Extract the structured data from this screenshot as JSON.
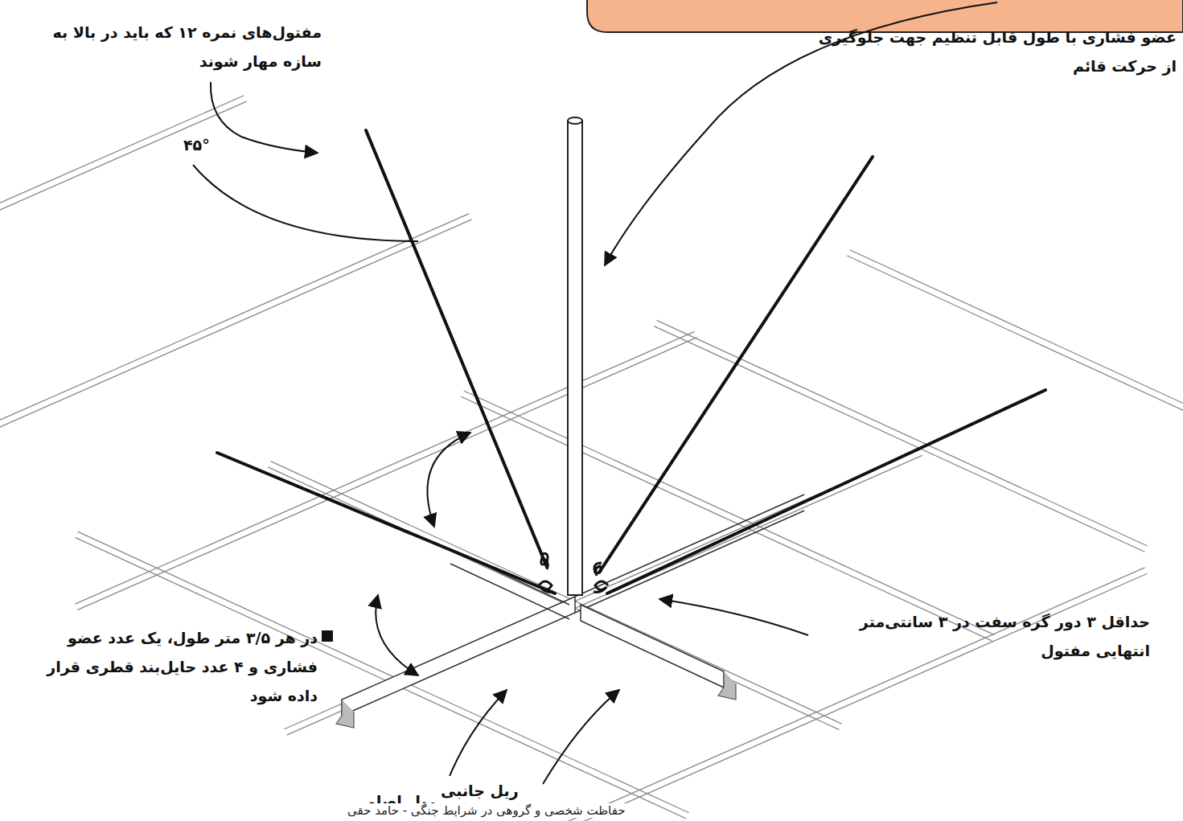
{
  "diagram": {
    "caption": "حفاظت شخصی و گروهی در شرایط جنگی - حامد حقی",
    "labels": [
      "مفتول‌های نمره ۱۲ که باید در بالا به سازه مهار شوند",
      "عضو فشاری با طول قابل تنظیم جهت جلوگیری از حرکت قائم",
      "۴۵°",
      "حداقل ۳ دور گره سفت در ۳ سانتی‌متر انتهایی مفتول",
      "در هر ۳/۵ متر طول، یک عدد عضو فشاری و ۴ عدد حایل‌بند قطری قرار داده شود",
      "ریل اصلی",
      "ریل جانبی"
    ]
  }
}
